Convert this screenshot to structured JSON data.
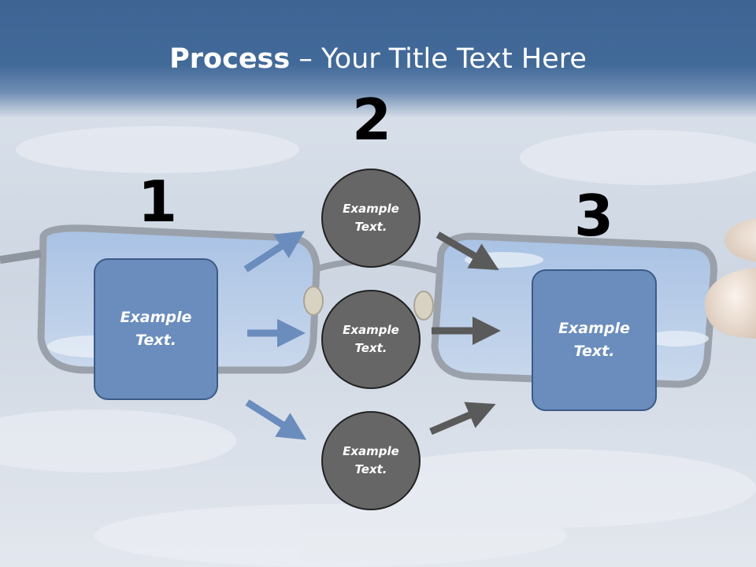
{
  "slide": {
    "title_bold": "Process",
    "title_rest": " – Your Title Text Here"
  },
  "steps": {
    "one": {
      "number": "1",
      "box_text": "Example Text."
    },
    "two": {
      "number": "2",
      "circles": [
        "Example Text.",
        "Example Text.",
        "Example Text."
      ]
    },
    "three": {
      "number": "3",
      "box_text": "Example Text."
    }
  },
  "colors": {
    "header": "#426a99",
    "box_fill": "#6a8dbd",
    "circle_fill": "#666666",
    "arrow_blue": "#6a8dbd",
    "arrow_gray": "#5a5a5a"
  }
}
